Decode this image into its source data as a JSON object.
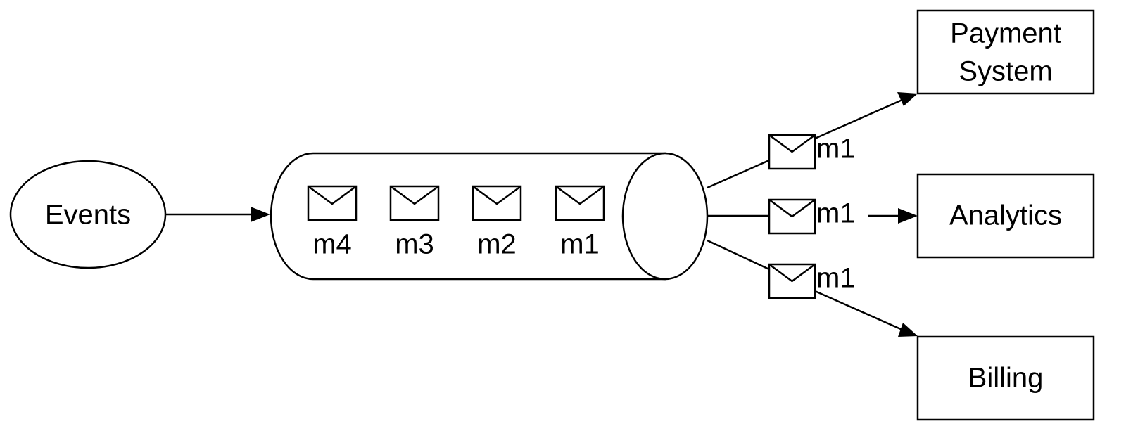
{
  "source": {
    "label": "Events"
  },
  "queue": {
    "messages": [
      {
        "label": "m4",
        "icon": "envelope-icon"
      },
      {
        "label": "m3",
        "icon": "envelope-icon"
      },
      {
        "label": "m2",
        "icon": "envelope-icon"
      },
      {
        "label": "m1",
        "icon": "envelope-icon"
      }
    ]
  },
  "consumers": [
    {
      "name": "payment-system",
      "line1": "Payment",
      "line2": "System",
      "message": "m1"
    },
    {
      "name": "analytics",
      "line1": "Analytics",
      "line2": "",
      "message": "m1"
    },
    {
      "name": "billing",
      "line1": "Billing",
      "line2": "",
      "message": "m1"
    }
  ]
}
